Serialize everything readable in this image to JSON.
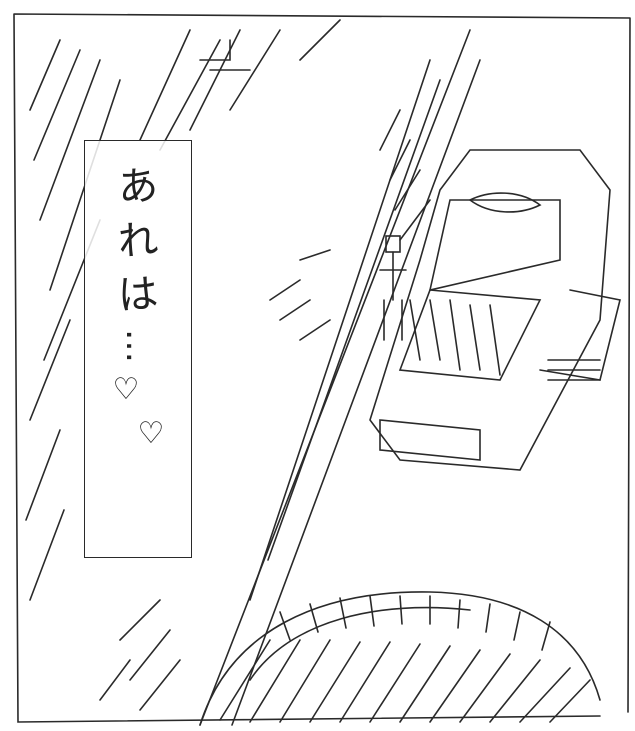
{
  "caption": {
    "chars": [
      "あ",
      "れ",
      "は"
    ],
    "ellipsis": "…",
    "hearts": [
      "♡",
      "♡"
    ]
  },
  "icons": [
    "heart-icon"
  ],
  "colors": {
    "ink": "#222222",
    "paper": "#ffffff"
  }
}
